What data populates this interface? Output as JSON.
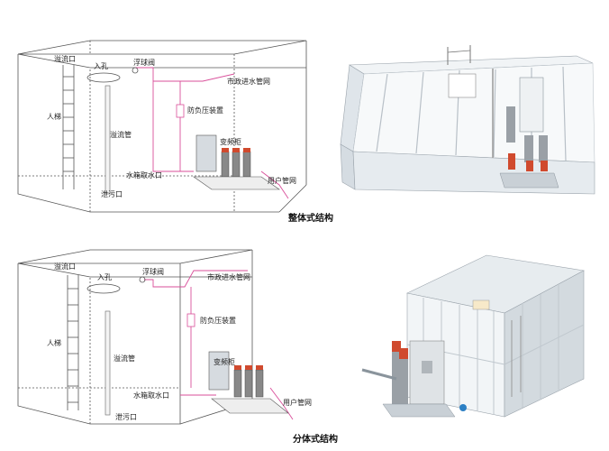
{
  "top_diagram": {
    "labels": {
      "overflow_port": "溢流口",
      "manhole": "入孔",
      "float_valve": "浮球阀",
      "municipal_pipe": "市政进水管网",
      "ladder": "人梯",
      "anti_negative_pressure": "防负压装置",
      "overflow_pipe": "溢流管",
      "control_cabinet": "变频柜",
      "water_outlet": "水箱取水口",
      "user_pipe": "用户管网",
      "drain_port": "泄污口"
    },
    "caption": "整体式结构"
  },
  "bottom_diagram": {
    "labels": {
      "overflow_port": "溢流口",
      "manhole": "入孔",
      "float_valve": "浮球阀",
      "municipal_pipe": "市政进水管网",
      "ladder": "人梯",
      "anti_negative_pressure": "防负压装置",
      "overflow_pipe": "溢流管",
      "control_cabinet": "变频柜",
      "water_outlet": "水箱取水口",
      "user_pipe": "用户管网",
      "drain_port": "泄污口"
    },
    "caption": "分体式结构"
  },
  "colors": {
    "line": "#555555",
    "pipe_pink": "#d94f9a",
    "tank_fill": "#e9eef2",
    "tank_side": "#c9d2da",
    "cabinet": "#d6dbe0",
    "pump_red": "#d04a2e"
  }
}
